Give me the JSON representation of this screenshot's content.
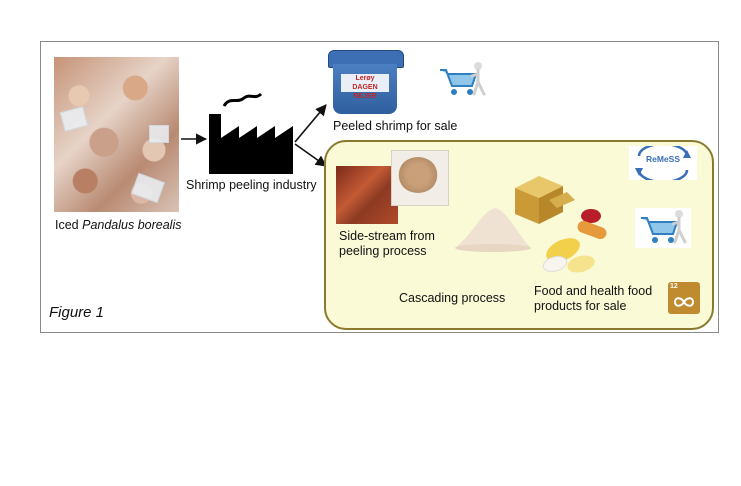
{
  "labels": {
    "iced_prefix": "Iced ",
    "iced_species": "Pandalus borealis",
    "industry": "Shrimp peeling industry",
    "peeled": "Peeled shrimp for sale",
    "side_stream_line1": "Side-stream from",
    "side_stream_line2": "peeling process",
    "cascading": "Cascading process",
    "food_line1": "Food and health food",
    "food_line2": "products for sale",
    "figure": "Figure 1"
  },
  "logos": {
    "remess": "ReMeSS",
    "tub_brand": "Lerøy",
    "tub_text": "DAGEN REJER",
    "sdg_number": "12"
  },
  "colors": {
    "panel_fill": "#fafad6",
    "panel_border": "#8a7a2e",
    "sdg_gold": "#bf8b2e",
    "cart_blue": "#2f7fc1",
    "factory": "#000000"
  },
  "icons": [
    "shrimp-photo",
    "factory-icon",
    "shopping-cart-icon",
    "remess-logo",
    "sdg-12-icon"
  ]
}
